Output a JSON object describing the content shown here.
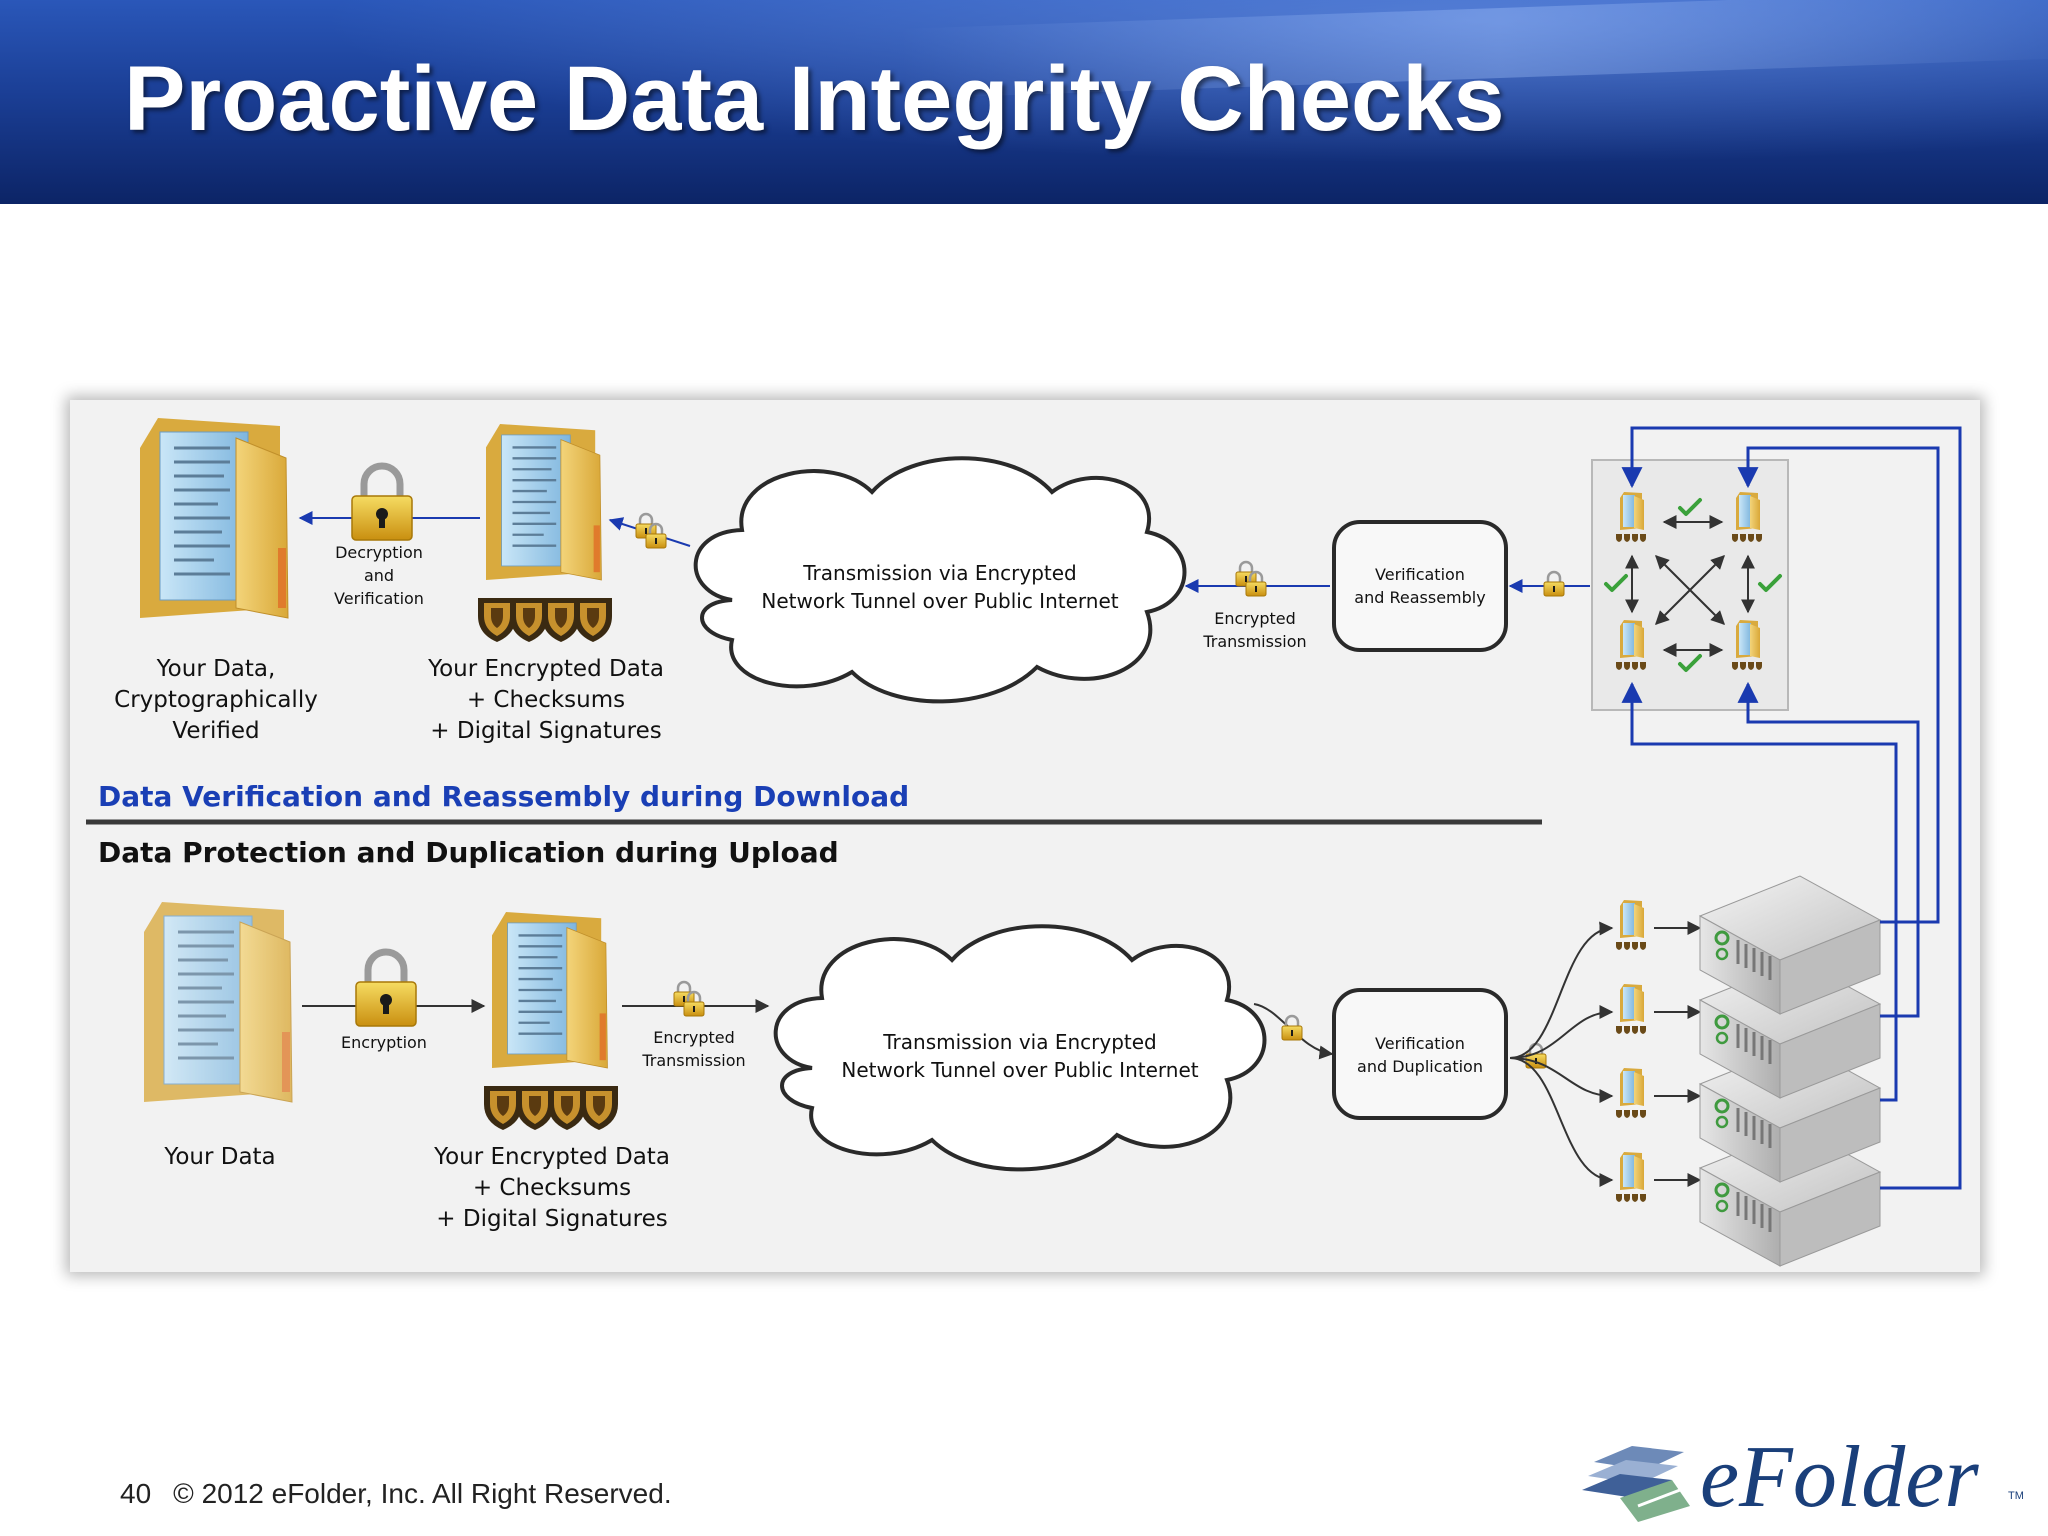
{
  "slide": {
    "title": "Proactive Data Integrity Checks",
    "page_number": "40",
    "copyright": "© 2012 eFolder, Inc. All Right Reserved.",
    "logo_text": "eFolder",
    "logo_tm": "TM"
  },
  "download": {
    "folder1_label": [
      "Your Data,",
      "Cryptographically",
      "Verified"
    ],
    "lock_label": [
      "Decryption",
      "and",
      "Verification"
    ],
    "folder2_label": [
      "Your Encrypted Data",
      "+ Checksums",
      "+ Digital Signatures"
    ],
    "cloud_label": [
      "Transmission via Encrypted",
      "Network Tunnel over Public Internet"
    ],
    "transmission_label": [
      "Encrypted",
      "Transmission"
    ],
    "box_label": [
      "Verification",
      "and Reassembly"
    ],
    "section_title": "Data Verification and Reassembly during Download"
  },
  "upload": {
    "section_title": "Data Protection and Duplication during Upload",
    "folder1_label": [
      "Your Data"
    ],
    "lock_label": [
      "Encryption"
    ],
    "folder2_label": [
      "Your Encrypted Data",
      "+ Checksums",
      "+ Digital Signatures"
    ],
    "transmission_label": [
      "Encrypted",
      "Transmission"
    ],
    "cloud_label": [
      "Transmission via Encrypted",
      "Network Tunnel over Public Internet"
    ],
    "box_label": [
      "Verification",
      "and Duplication"
    ]
  },
  "colors": {
    "header_blue": "#1b3f96",
    "section_blue": "#1a3fb5",
    "connector_blue": "#1a3ab0",
    "check_green": "#3aa13a",
    "folder_yellow": "#e9c15a",
    "lock_gold": "#d9a51c"
  }
}
